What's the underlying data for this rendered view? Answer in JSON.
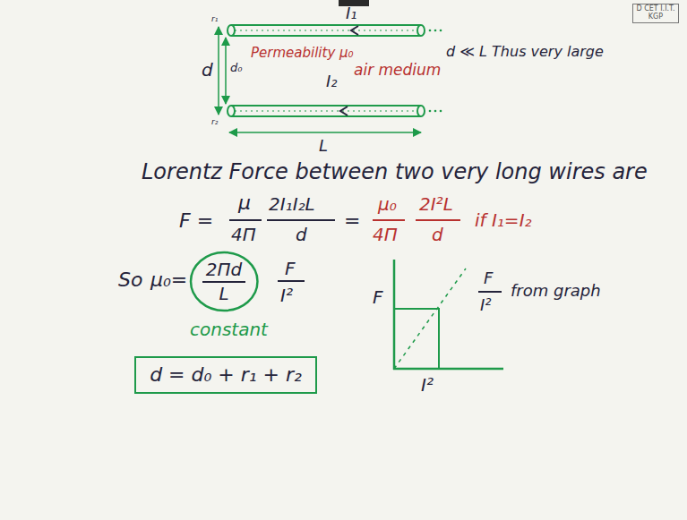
{
  "diagram": {
    "nodes": [
      {
        "text": [
          "2Πd",
          "L"
        ]
      },
      {
        "text": [
          "d = d₀ + r₁ + r₂"
        ]
      }
    ],
    "labels": [
      "D CET I.I.T. KGP",
      "I₁",
      "d",
      "d₀",
      "r₁",
      "r₂",
      "Permeability μ₀",
      "I₂",
      "air medium",
      "d ≪ L Thus very large",
      "L",
      "Lorentz Force between two very long wires are",
      "F =",
      "μ",
      "4Π",
      "2I₁I₂L",
      "d",
      "=",
      "μ₀",
      "4Π",
      "2I²L",
      "d",
      "if I₁=I₂",
      "So",
      "μ₀=",
      "F",
      "I²",
      "constant",
      "F",
      "I²",
      "F",
      "I²",
      "from graph"
    ]
  }
}
